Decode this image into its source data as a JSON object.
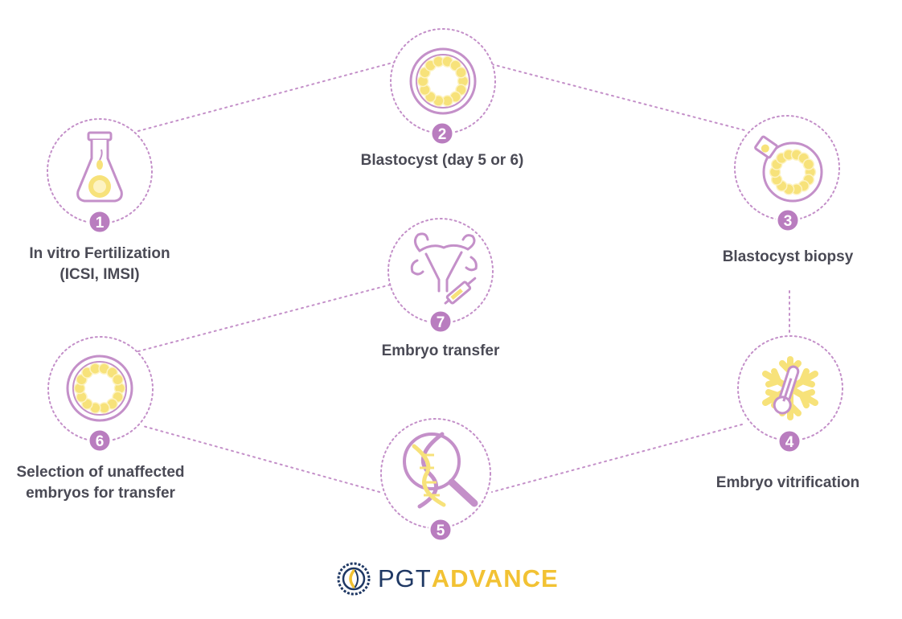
{
  "colors": {
    "circle": "#c490c9",
    "badge": "#b97dbf",
    "badge_text": "#ffffff",
    "yellow": "#f7e27a",
    "yellow_light": "#fdf3c2",
    "label_text": "#4a4a55",
    "logo_navy": "#1f3864",
    "logo_gold": "#f2c233"
  },
  "steps": [
    {
      "number": "1",
      "label_lines": [
        "In vitro Fertilization",
        "(ICSI, IMSI)"
      ],
      "icon": "flask-icon"
    },
    {
      "number": "2",
      "label_lines": [
        "Blastocyst (day 5 or 6)"
      ],
      "icon": "blastocyst-icon"
    },
    {
      "number": "3",
      "label_lines": [
        "Blastocyst biopsy"
      ],
      "icon": "biopsy-icon"
    },
    {
      "number": "4",
      "label_lines": [
        "Embryo vitrification"
      ],
      "icon": "snowflake-thermometer-icon"
    },
    {
      "number": "5",
      "label_lines": [
        "",
        ""
      ],
      "icon": "dna-magnifier-icon"
    },
    {
      "number": "6",
      "label_lines": [
        "Selection of unaffected",
        "embryos for transfer"
      ],
      "icon": "blastocyst-icon"
    },
    {
      "number": "7",
      "label_lines": [
        "Embryo transfer"
      ],
      "icon": "uterus-syringe-icon"
    }
  ],
  "logo": {
    "part1": "PGT",
    "part2": "ADVANCE",
    "icon": "pgt-advance-emblem-icon"
  }
}
